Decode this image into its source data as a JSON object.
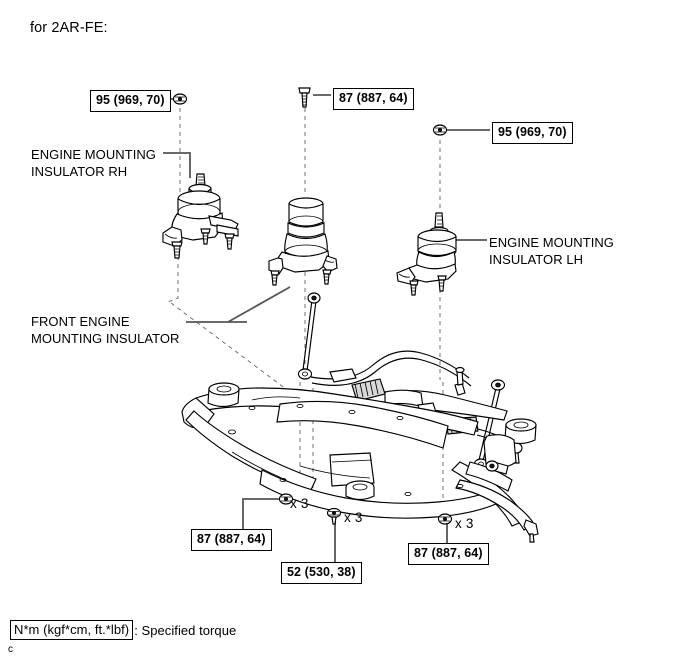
{
  "heading": "for 2AR-FE:",
  "page_mark": "c",
  "labels": {
    "insulator_rh": "ENGINE MOUNTING\nINSULATOR RH",
    "insulator_lh": "ENGINE MOUNTING\nINSULATOR LH",
    "front_insulator": "FRONT ENGINE\nMOUNTING INSULATOR"
  },
  "torque_specs": [
    {
      "id": "rh-top",
      "value": "95 (969, 70)",
      "fastener": "nut"
    },
    {
      "id": "mid-top",
      "value": "87 (887, 64)",
      "fastener": "bolt"
    },
    {
      "id": "lh-top",
      "value": "95 (969, 70)",
      "fastener": "nut"
    },
    {
      "id": "bottom-left",
      "value": "87 (887, 64)",
      "fastener": "nut"
    },
    {
      "id": "bottom-center",
      "value": "52 (530, 38)",
      "fastener": "nut"
    },
    {
      "id": "bottom-right",
      "value": "87 (887, 64)",
      "fastener": "nut"
    }
  ],
  "quantities": [
    {
      "id": "qty-left",
      "text": "x 3"
    },
    {
      "id": "qty-center",
      "text": "x 3"
    },
    {
      "id": "qty-right",
      "text": "x 3"
    }
  ],
  "legend": {
    "unit_box": "N*m (kgf*cm, ft.*lbf)",
    "description": ": Specified torque"
  },
  "colors": {
    "ink": "#000000",
    "leader": "#555555",
    "dashed_guide": "#6b6b6b",
    "shading": "#d8d8d8",
    "background": "#ffffff"
  }
}
